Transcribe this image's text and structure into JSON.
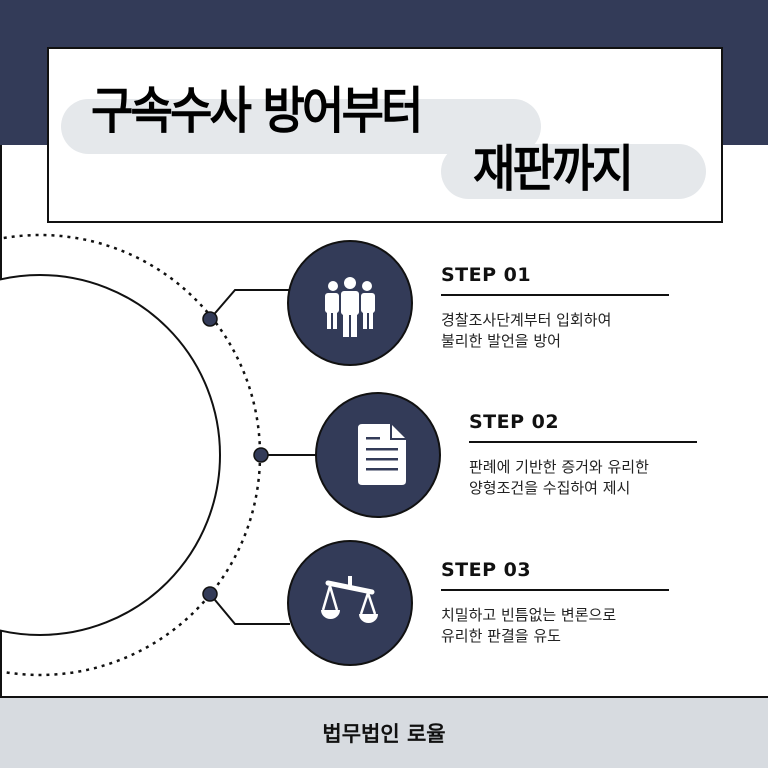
{
  "title": {
    "line1": "구속수사 방어부터",
    "line2": "재판까지"
  },
  "steps": [
    {
      "label": "STEP 01",
      "line1": "경찰조사단계부터 입회하여",
      "line2": "불리한 발언을 방어",
      "icon": "people-group-icon"
    },
    {
      "label": "STEP 02",
      "line1": "판례에 기반한 증거와 유리한",
      "line2": "양형조건을 수집하여 제시",
      "icon": "document-icon"
    },
    {
      "label": "STEP 03",
      "line1": "치밀하고 빈틈없는 변론으로",
      "line2": "유리한 판결을 유도",
      "icon": "scales-icon"
    }
  ],
  "footer": {
    "brand": "법무법인 로율"
  },
  "colors": {
    "navy": "#333b58",
    "pill": "#e5e8eb",
    "footer": "#d7dbe0"
  }
}
